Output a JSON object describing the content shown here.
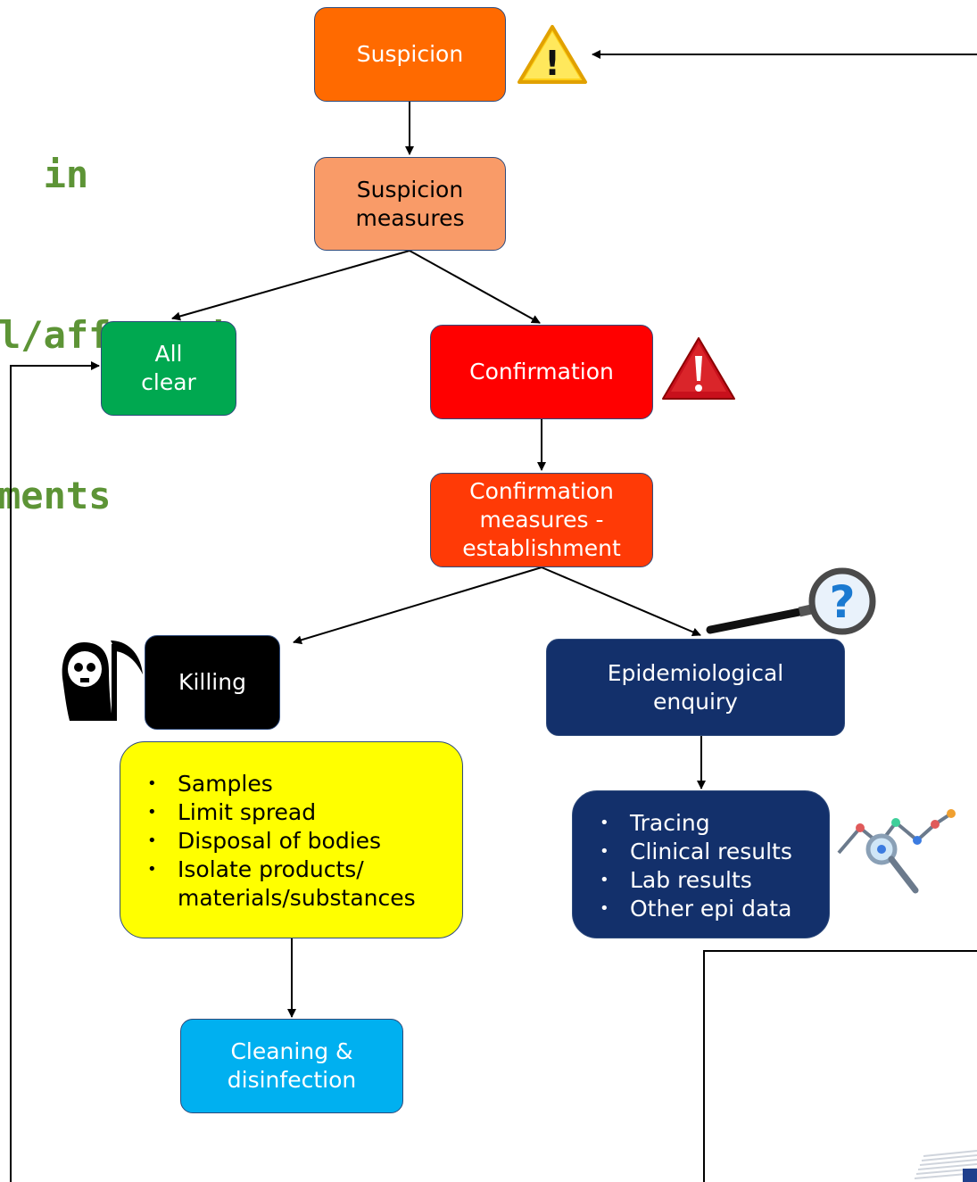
{
  "title": {
    "lines": [
      "  in",
      "l/affected",
      "ments"
    ]
  },
  "boxes": {
    "suspicion": "Suspicion",
    "suspicion_measures": [
      "Suspicion",
      "measures"
    ],
    "all_clear": [
      "All",
      "clear"
    ],
    "confirmation": "Confirmation",
    "confirmation_measures": [
      "Confirmation",
      "measures -",
      "establishment"
    ],
    "killing": "Killing",
    "epi_enquiry": [
      "Epidemiological",
      "enquiry"
    ],
    "cleaning": [
      "Cleaning &",
      "disinfection"
    ]
  },
  "killing_actions": [
    "Samples",
    "Limit spread",
    "Disposal of bodies",
    "Isolate products/",
    "materials/substances"
  ],
  "epi_actions": [
    "Tracing",
    "Clinical results",
    "Lab results",
    "Other epi data"
  ],
  "icons": [
    "warning-triangle-icon",
    "alert-triangle-icon",
    "grim-reaper-icon",
    "magnifier-question-icon",
    "data-analysis-icon",
    "eu-flag-icon"
  ],
  "colors": {
    "title": "#5d9436",
    "suspicion": "#ff6a00",
    "suspicion_measures": "#f99b68",
    "all_clear": "#00a850",
    "confirmation": "#ff0000",
    "confirmation_measures": "#ff3a06",
    "killing": "#000000",
    "epi": "#13306b",
    "actions_yellow": "#ffff00",
    "cleaning": "#00b0f0"
  }
}
